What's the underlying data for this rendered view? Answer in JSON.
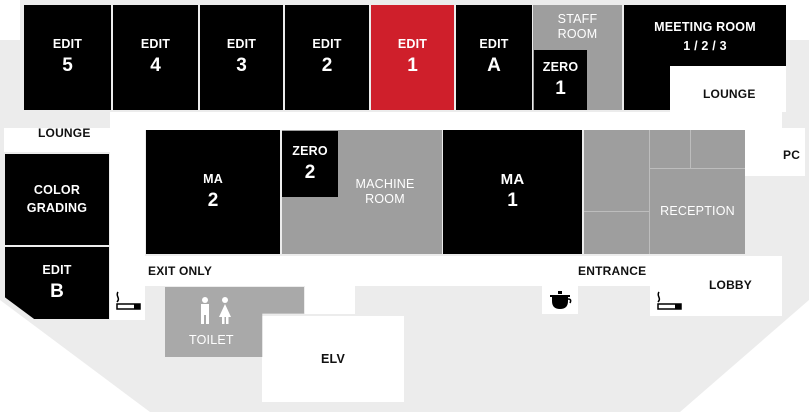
{
  "rooms": {
    "edit5": {
      "line1": "EDIT",
      "line2": "5"
    },
    "edit4": {
      "line1": "EDIT",
      "line2": "4"
    },
    "edit3": {
      "line1": "EDIT",
      "line2": "3"
    },
    "edit2": {
      "line1": "EDIT",
      "line2": "2"
    },
    "edit1": {
      "line1": "EDIT",
      "line2": "1"
    },
    "editA": {
      "line1": "EDIT",
      "line2": "A"
    },
    "staff": {
      "line1": "STAFF",
      "line2": "ROOM"
    },
    "zero1": {
      "line1": "ZERO",
      "line2": "1"
    },
    "meeting": {
      "line1": "MEETING ROOM",
      "line2": "1 / 2 / 3"
    },
    "colorGrading": {
      "line1": "COLOR",
      "line2": "GRADING"
    },
    "editB": {
      "line1": "EDIT",
      "line2": "B"
    },
    "ma2": {
      "line1": "MA",
      "line2": "2"
    },
    "zero2": {
      "line1": "ZERO",
      "line2": "2"
    },
    "machine": {
      "line1": "MACHINE",
      "line2": "ROOM"
    },
    "ma1": {
      "line1": "MA",
      "line2": "1"
    },
    "reception": {
      "line1": "RECEPTION"
    },
    "toilet": {
      "line1": "TOILET"
    },
    "elv": {
      "line1": "ELV"
    }
  },
  "labels": {
    "loungeLeft": "LOUNGE",
    "loungeRight": "LOUNGE",
    "pc": "PC",
    "exitOnly": "EXIT ONLY",
    "entrance": "ENTRANCE",
    "lobby": "LOBBY"
  },
  "colors": {
    "room": "#000000",
    "highlight": "#cf1f2b",
    "service": "#9e9e9e",
    "floor": "#ececec"
  },
  "icons": [
    "smoking-icon",
    "cafe-icon",
    "restroom-icon"
  ]
}
